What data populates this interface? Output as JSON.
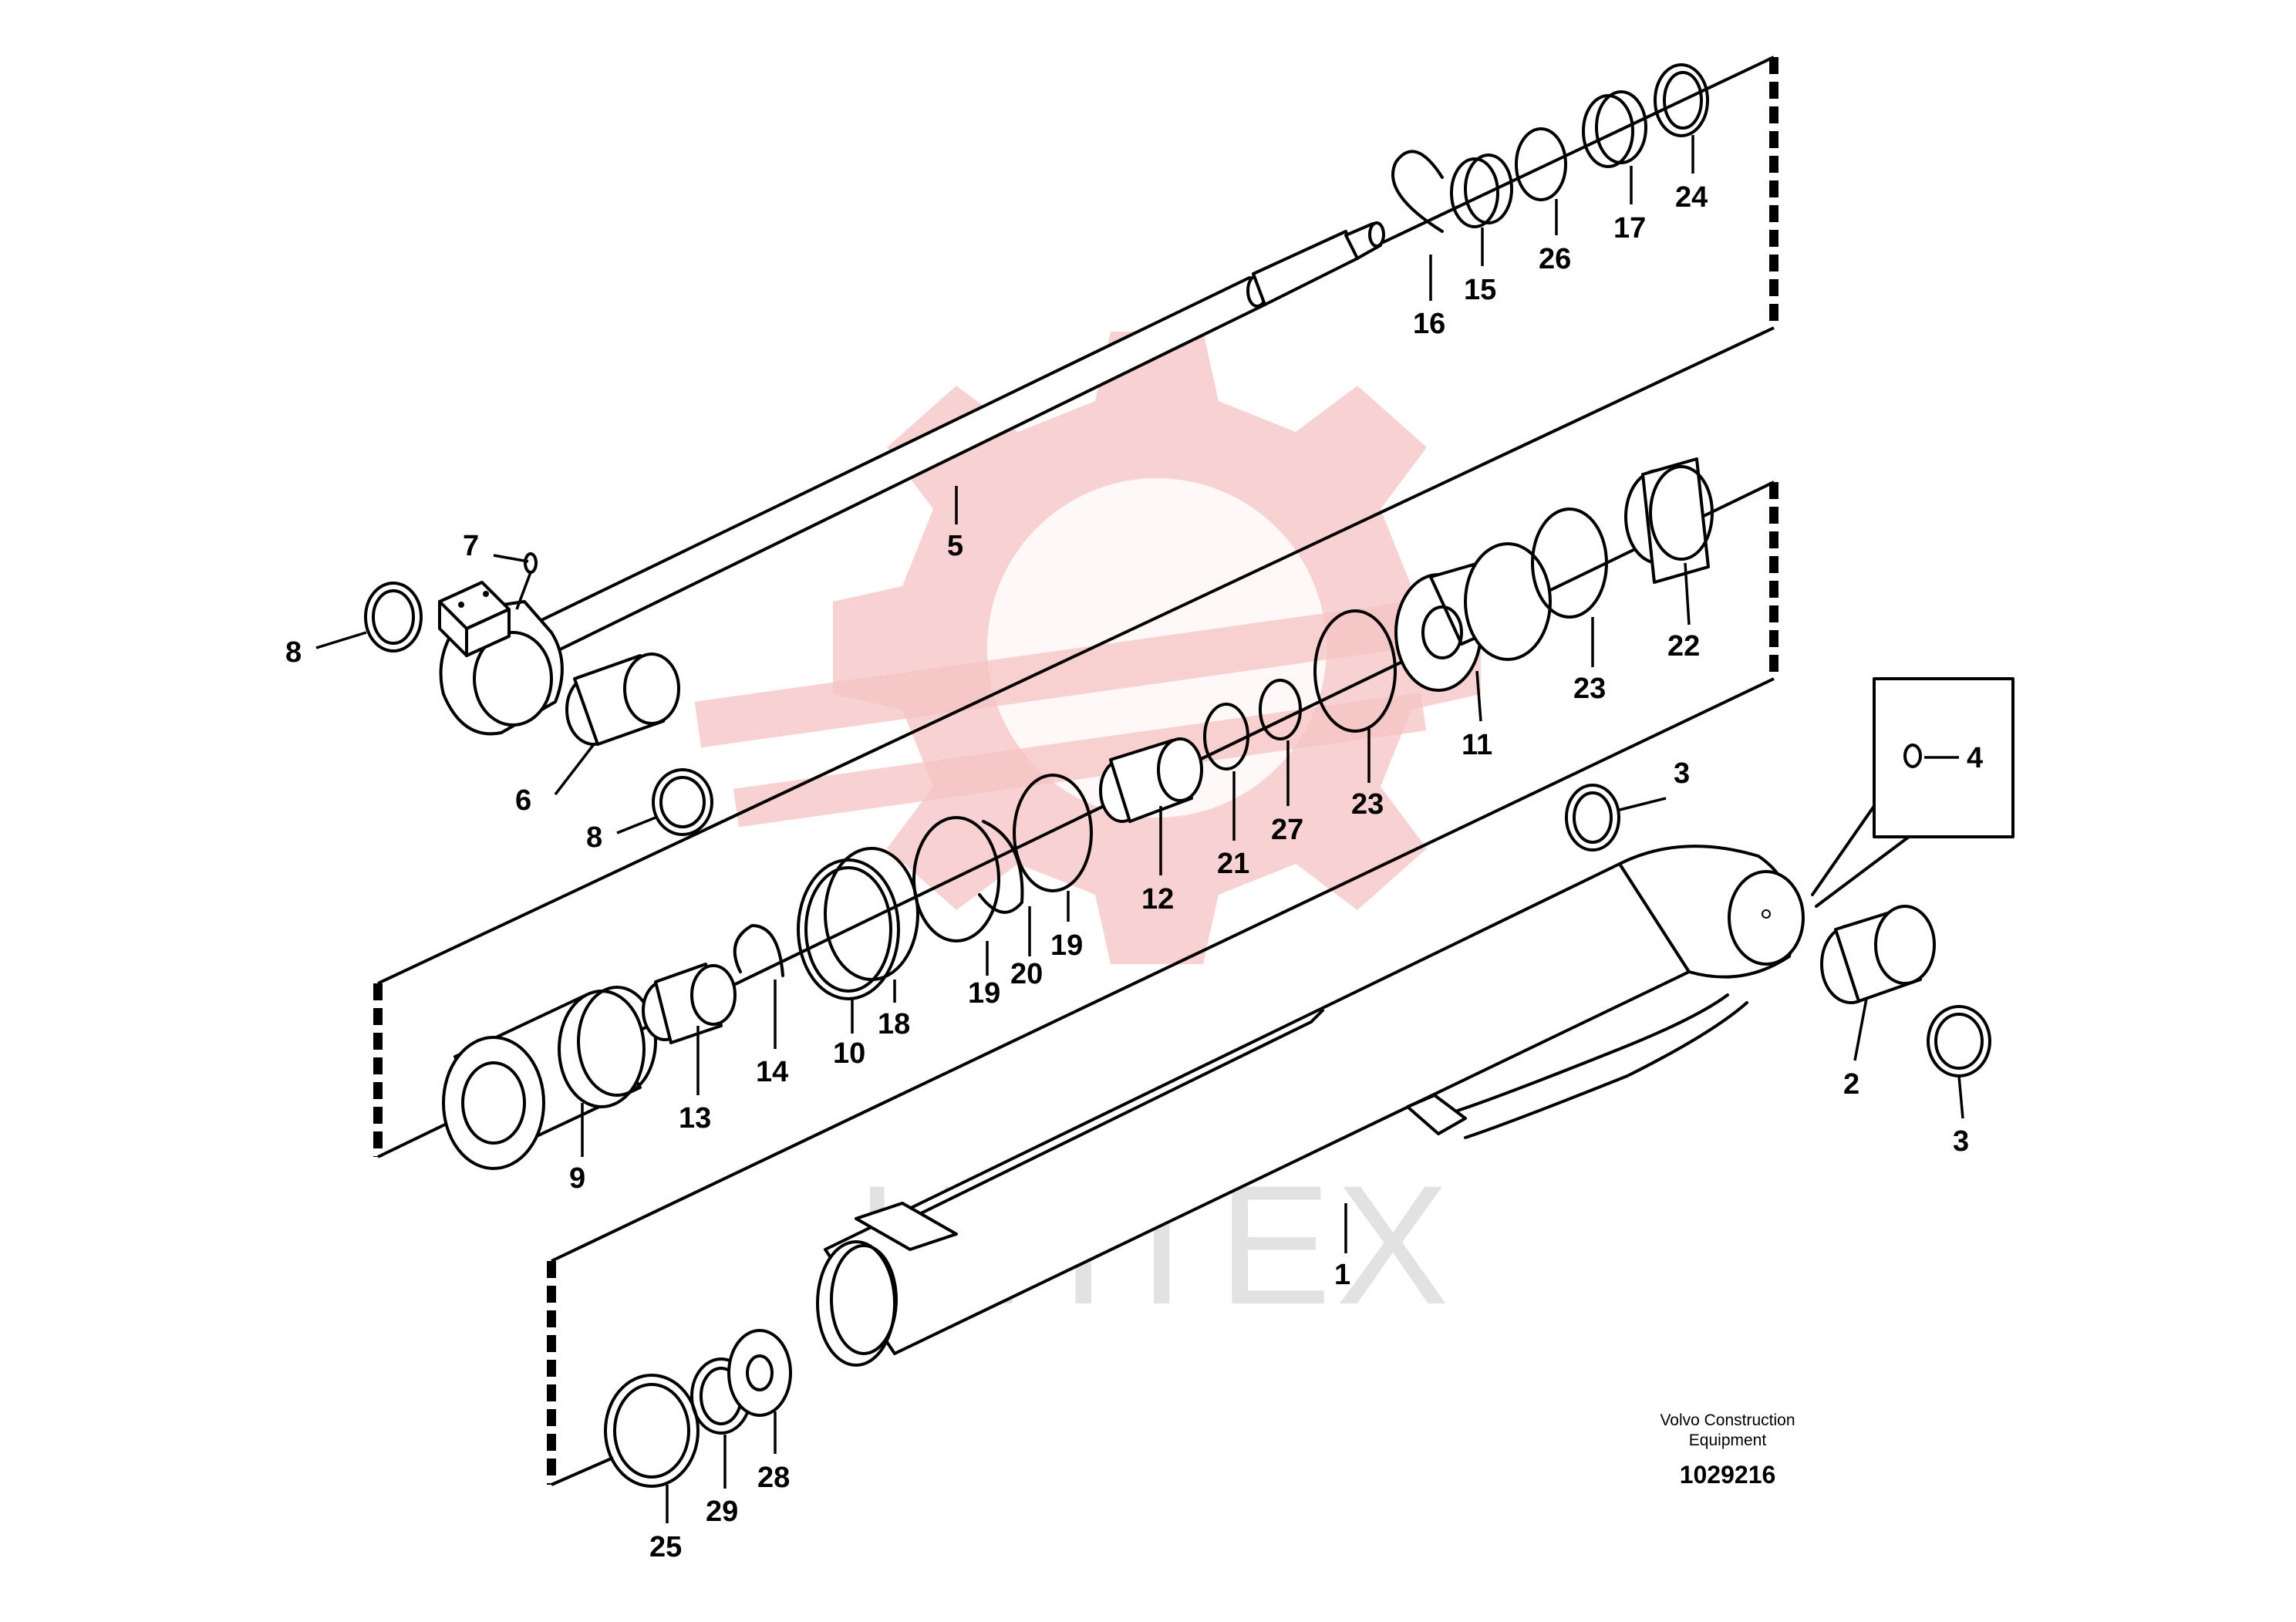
{
  "watermark": {
    "text": "ИНТЕХ",
    "color": "#f6c3c3"
  },
  "footer": {
    "company_line1": "Volvo Construction",
    "company_line2": "Equipment",
    "drawing_number": "1029216"
  },
  "callouts": [
    "1",
    "2",
    "3",
    "3",
    "4",
    "5",
    "6",
    "7",
    "8",
    "8",
    "9",
    "10",
    "11",
    "12",
    "13",
    "14",
    "15",
    "16",
    "17",
    "18",
    "19",
    "19",
    "20",
    "21",
    "22",
    "23",
    "23",
    "24",
    "25",
    "26",
    "27",
    "28",
    "29"
  ]
}
